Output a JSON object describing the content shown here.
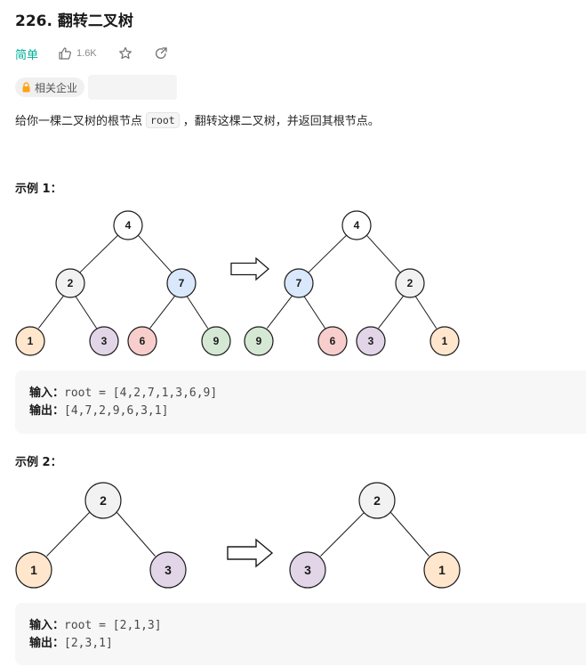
{
  "problem": {
    "title": "226. 翻转二叉树",
    "difficulty": "简单",
    "likes": "1.6K",
    "icons": [
      "thumbs-up-icon",
      "star-icon",
      "share-icon",
      "lock-icon"
    ],
    "colors": {
      "difficulty": "#00af9b",
      "lock": "#ffa116"
    },
    "tags": {
      "company_label": "相关企业"
    },
    "description": {
      "before": "给你一棵二叉树的根节点",
      "code": "root",
      "after": "，翻转这棵二叉树，并返回其根节点。"
    }
  },
  "examples": [
    {
      "title": "示例 1：",
      "input_label": "输入：",
      "input_value": "root = [4,2,7,1,3,6,9]",
      "output_label": "输出：",
      "output_value": "[4,7,2,9,6,3,1]",
      "trees": {
        "before": {
          "root": "4",
          "l": "2",
          "r": "7",
          "ll": "1",
          "lr": "3",
          "rl": "6",
          "rr": "9"
        },
        "after": {
          "root": "4",
          "l": "7",
          "r": "2",
          "ll": "9",
          "lr": "6",
          "rl": "3",
          "rr": "1"
        }
      }
    },
    {
      "title": "示例 2：",
      "input_label": "输入：",
      "input_value": "root = [2,1,3]",
      "output_label": "输出：",
      "output_value": "[2,3,1]",
      "trees": {
        "before": {
          "root": "2",
          "l": "1",
          "r": "3"
        },
        "after": {
          "root": "2",
          "l": "3",
          "r": "1"
        }
      }
    }
  ],
  "node_colors": {
    "4": "#ffffff",
    "2": "#f2f2f2",
    "7": "#dae8fc",
    "1": "#ffe6cc",
    "3": "#e1d5e7",
    "6": "#f8cecc",
    "9": "#d5e8d4"
  }
}
